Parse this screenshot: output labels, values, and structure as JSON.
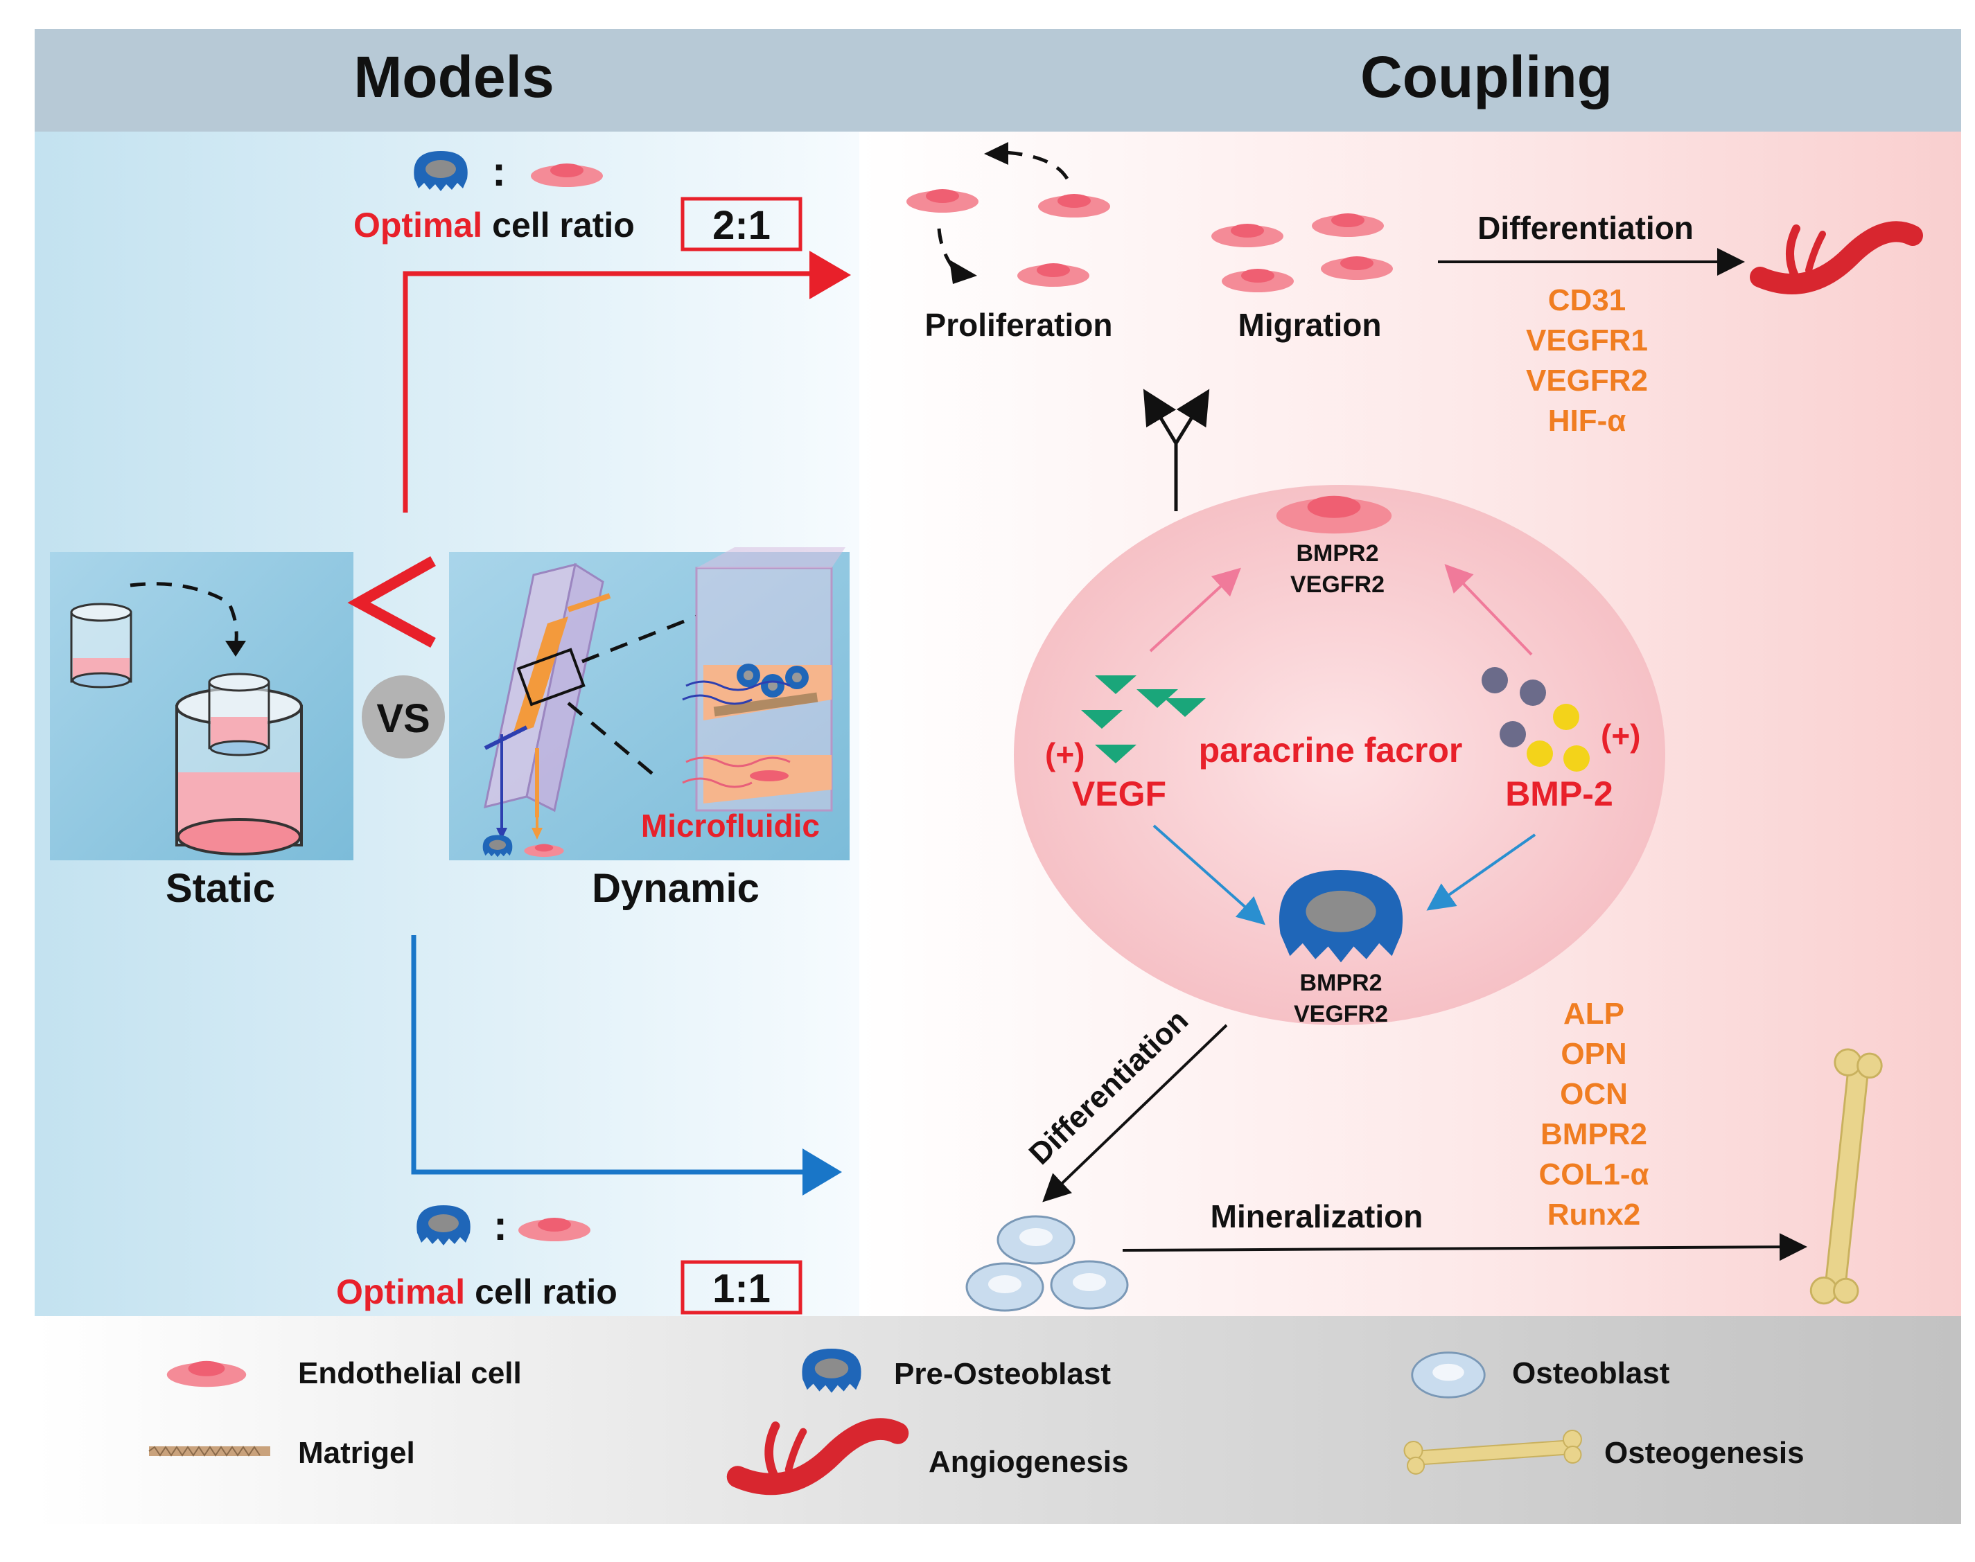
{
  "header": {
    "models_title": "Models",
    "coupling_title": "Coupling"
  },
  "models": {
    "top_ratio": {
      "label_red": "Optimal",
      "label_black": "cell ratio",
      "value": "2:1",
      "colon": ":"
    },
    "bottom_ratio": {
      "label_red": "Optimal",
      "label_black": "cell ratio",
      "value": "1:1",
      "colon": ":"
    },
    "static_label": "Static",
    "dynamic_label": "Dynamic",
    "vs_label": "VS",
    "microfluidic_label": "Microfluidic",
    "comparison_symbol": "<"
  },
  "coupling": {
    "proliferation": "Proliferation",
    "migration": "Migration",
    "differentiation_top": "Differentiation",
    "angio_markers": [
      "CD31",
      "VEGFR1",
      "VEGFR2",
      "HIF-α"
    ],
    "receptor_top": [
      "BMPR2",
      "VEGFR2"
    ],
    "receptor_bottom": [
      "BMPR2",
      "VEGFR2"
    ],
    "paracrine": "paracrine facror",
    "vegf": "VEGF",
    "bmp2": "BMP-2",
    "plus": "(+)",
    "differentiation_diag": "Differentiation",
    "mineralization": "Mineralization",
    "osteo_markers": [
      "ALP",
      "OPN",
      "OCN",
      "BMPR2",
      "COL1-α",
      "Runx2"
    ]
  },
  "legend": {
    "endothelial": "Endothelial cell",
    "pre_osteoblast": "Pre-Osteoblast",
    "osteoblast": "Osteoblast",
    "matrigel": "Matrigel",
    "angiogenesis": "Angiogenesis",
    "osteogenesis": "Osteogenesis"
  },
  "colors": {
    "red": "#e8202a",
    "orange": "#f07d21",
    "blue_arrow": "#1976c8",
    "pre_osteoblast": "#1f66b8",
    "endothelial": "#f07a86",
    "header_bg": "#b7c9d6",
    "legend_bg": "#d9d9d9"
  }
}
